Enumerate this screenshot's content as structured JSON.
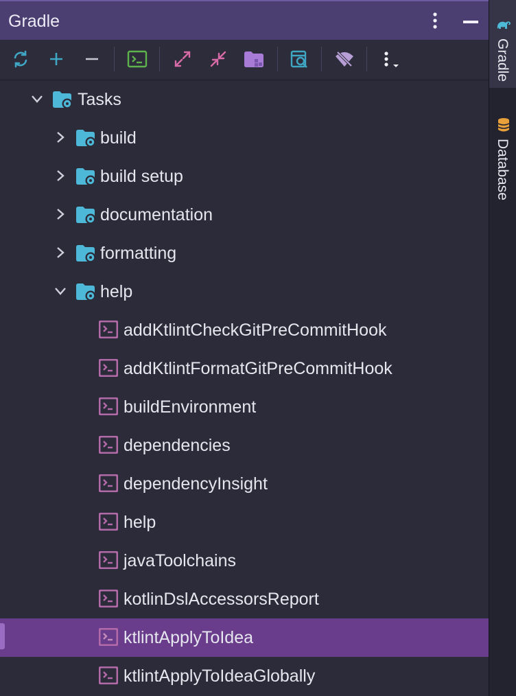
{
  "header": {
    "title": "Gradle"
  },
  "toolbar": {
    "buttons": [
      "reload-icon",
      "add-icon",
      "remove-icon",
      "execute-task-icon",
      "expand-all-icon",
      "collapse-all-icon",
      "dependencies-icon",
      "analyze-dependencies-icon",
      "offline-mode-icon",
      "more-options-icon"
    ]
  },
  "tree": {
    "root": {
      "label": "Tasks",
      "expanded": true
    },
    "groups": [
      {
        "label": "build",
        "expanded": false
      },
      {
        "label": "build setup",
        "expanded": false
      },
      {
        "label": "documentation",
        "expanded": false
      },
      {
        "label": "formatting",
        "expanded": false
      },
      {
        "label": "help",
        "expanded": true
      }
    ],
    "tasks": [
      "addKtlintCheckGitPreCommitHook",
      "addKtlintFormatGitPreCommitHook",
      "buildEnvironment",
      "dependencies",
      "dependencyInsight",
      "help",
      "javaToolchains",
      "kotlinDslAccessorsReport",
      "ktlintApplyToIdea",
      "ktlintApplyToIdeaGlobally"
    ],
    "selected_task": "ktlintApplyToIdea"
  },
  "sidebar": {
    "tabs": [
      {
        "label": "Gradle",
        "active": true
      },
      {
        "label": "Database",
        "active": false
      }
    ]
  },
  "colors": {
    "title_bar": "#4a3f70",
    "selection": "#6a3d8c",
    "folder_icon": "#4eb8d8",
    "task_icon": "#b36aa8"
  }
}
